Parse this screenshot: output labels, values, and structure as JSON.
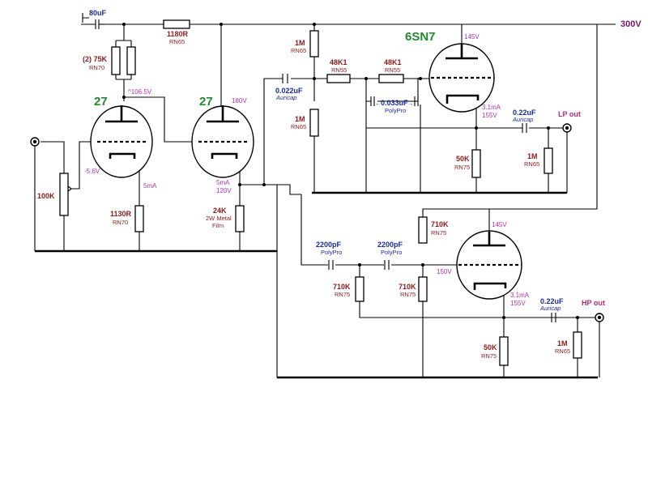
{
  "rail": {
    "label": "300V"
  },
  "tubes": {
    "v1": "27",
    "v2": "27",
    "v3": "6SN7"
  },
  "components": {
    "c_filter": {
      "value": "80uF"
    },
    "r_dropper": {
      "value": "1180R",
      "part": "RN65"
    },
    "r_load1": {
      "value": "(2) 75K",
      "part": "RN70"
    },
    "r_cath1": {
      "value": "1130R",
      "part": "RN70"
    },
    "pot": {
      "value": "100K"
    },
    "r_cath2": {
      "value": "24K",
      "part": "2W Metal",
      "part2": "Film"
    },
    "c_couple1": {
      "value": "0.022uF",
      "part": "Auricap"
    },
    "r_div_top": {
      "value": "1M",
      "part": "RN65"
    },
    "r_div_bot": {
      "value": "1M",
      "part": "RN65"
    },
    "r_48k_a": {
      "value": "48K1",
      "part": "RN55"
    },
    "r_48k_b": {
      "value": "48K1",
      "part": "RN55"
    },
    "c_riaa1": {
      "value": "0.033uF",
      "part": "PolyPro"
    },
    "r_cath_lp": {
      "value": "50K",
      "part": "RN75"
    },
    "c_out_lp": {
      "value": "0.22uF",
      "part": "Auricap"
    },
    "r_out_lp": {
      "value": "1M",
      "part": "RN65"
    },
    "c_2200_a": {
      "value": "2200pF",
      "part": "PolyPro"
    },
    "c_2200_b": {
      "value": "2200pF",
      "part": "PolyPro"
    },
    "r_710_top": {
      "value": "710K",
      "part": "RN75"
    },
    "r_710_a": {
      "value": "710K",
      "part": "RN75"
    },
    "r_710_b": {
      "value": "710K",
      "part": "RN75"
    },
    "r_cath_hp": {
      "value": "50K",
      "part": "RN75"
    },
    "c_out_hp": {
      "value": "0.22uF",
      "part": "Auricap"
    },
    "r_out_hp": {
      "value": "1M",
      "part": "RN65"
    }
  },
  "voltages": {
    "v1_plate": "^106.5V",
    "v1_grid": "-5.6V",
    "v1_current": "5mA",
    "v2_plate": "180V",
    "v2_current": "5mA",
    "v2_cathode": "120V",
    "v3a_plate": "145V",
    "v3a_current": "3.1mA",
    "v3a_cathode": "155V",
    "v3b_plate": "145V",
    "v3b_grid": "150V",
    "v3b_current": "3.1mA",
    "v3b_cathode": "155V"
  },
  "outputs": {
    "lp": "LP out",
    "hp": "HP out"
  }
}
